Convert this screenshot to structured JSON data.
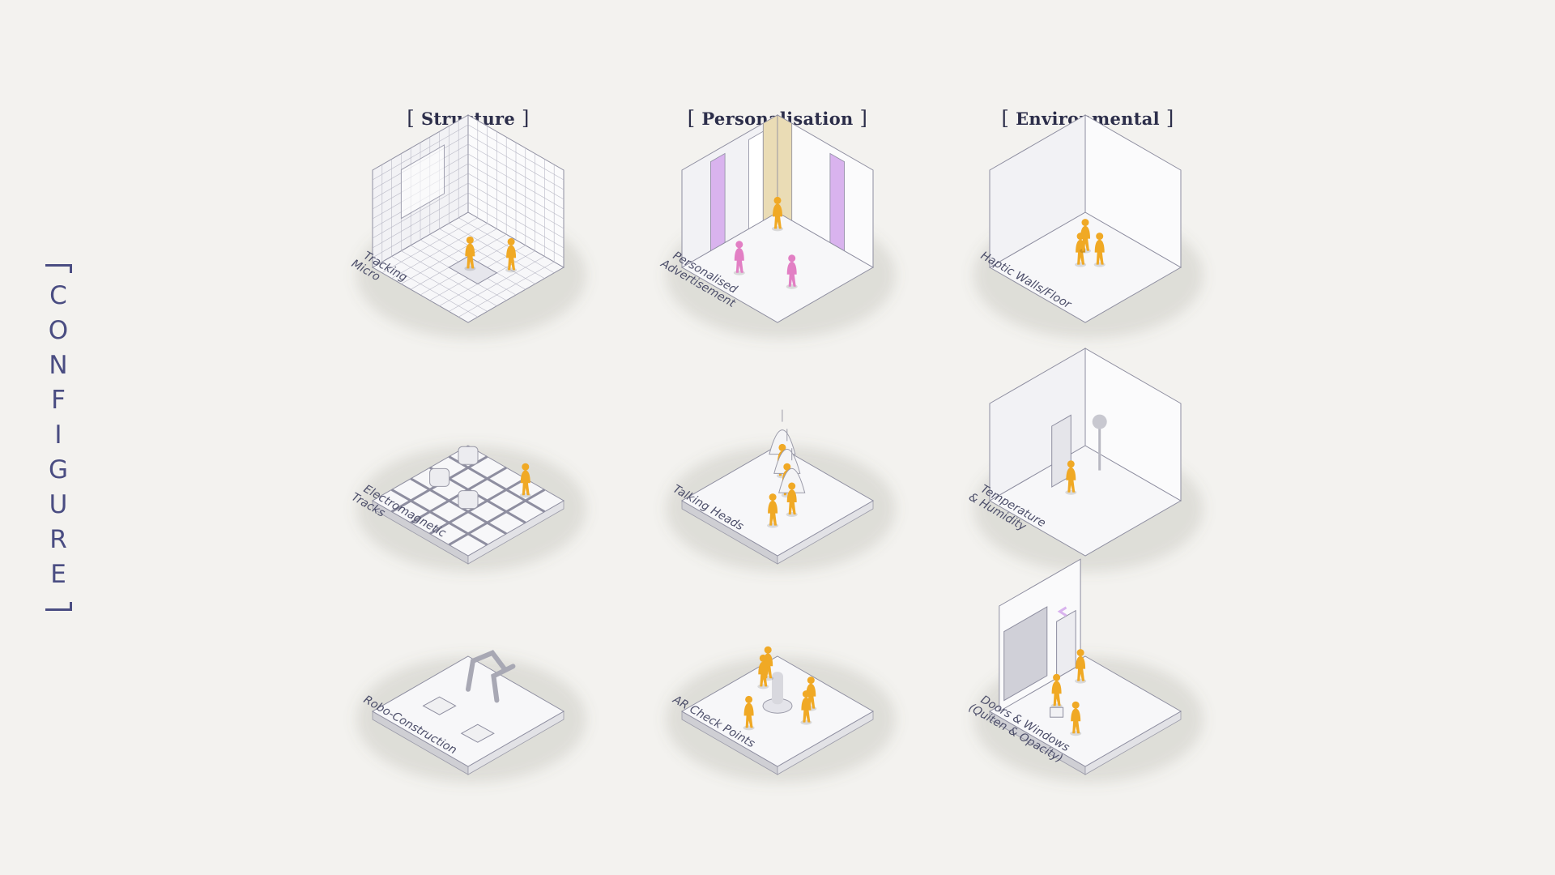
{
  "side_title": {
    "text": "CONFIGURE",
    "letters": [
      "C",
      "O",
      "N",
      "F",
      "I",
      "G",
      "U",
      "R",
      "E"
    ]
  },
  "columns": [
    {
      "label": "Structure"
    },
    {
      "label": "Personalisation"
    },
    {
      "label": "Environmental"
    }
  ],
  "tiles": [
    {
      "id": "micro-tracking",
      "label_lines": [
        "Tracking",
        "Micro"
      ]
    },
    {
      "id": "personalised-advertisement",
      "label_lines": [
        "Personalised",
        "Advertisement"
      ]
    },
    {
      "id": "haptic-walls",
      "label_lines": [
        "Haptic Walls/Floor"
      ]
    },
    {
      "id": "electromagnetic-tracks",
      "label_lines": [
        "Electromagnetic",
        "Tracks"
      ]
    },
    {
      "id": "talking-heads",
      "label_lines": [
        "Talking Heads"
      ]
    },
    {
      "id": "temperature-humidity",
      "label_lines": [
        "Temperature",
        "& Humidity"
      ]
    },
    {
      "id": "robo-construction",
      "label_lines": [
        "Robo-Construction"
      ]
    },
    {
      "id": "ar-check-points",
      "label_lines": [
        "AR Check Points"
      ]
    },
    {
      "id": "doors-windows",
      "label_lines": [
        "Doors & Windows",
        "(Quiten & Opacity)"
      ]
    }
  ],
  "colors": {
    "accent": "#4a4d82",
    "figure": "#f0a925",
    "figure_pink": "#e27fc4",
    "panel_purple": "#d9b3ee",
    "panel_beige": "#eadcb5",
    "background": "#f3f2ef"
  }
}
